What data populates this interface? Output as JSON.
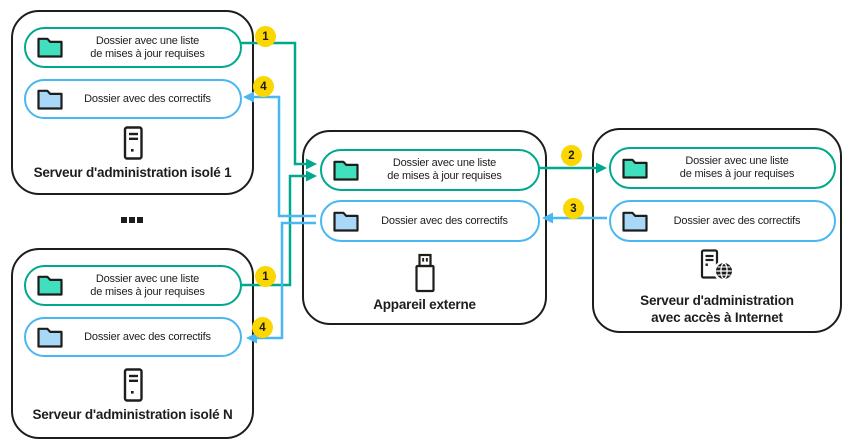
{
  "diagram": {
    "labels": {
      "updates_folder": {
        "line1": "Dossier avec une liste",
        "line2": "de mises à jour requises"
      },
      "patches_folder": "Dossier avec des correctifs"
    },
    "nodes": {
      "server_isolated_1": {
        "title": "Serveur d'administration isolé 1"
      },
      "server_isolated_n": {
        "title": "Serveur d'administration isolé N"
      },
      "external_device": {
        "title": "Appareil externe"
      },
      "server_internet": {
        "title_line1": "Serveur d'administration",
        "title_line2": "avec accès à Internet"
      }
    },
    "ellipsis": "...",
    "steps": {
      "step_1": "1",
      "step_2": "2",
      "step_3": "3",
      "step_4": "4"
    },
    "colors": {
      "updates_accent": "#00A88E",
      "patches_accent": "#49B7F2",
      "updates_folder_fill": "#40DFBE",
      "patches_folder_fill": "#A8D7F7",
      "step_badge": "#FBD600",
      "outline": "#1D1D1B"
    }
  }
}
